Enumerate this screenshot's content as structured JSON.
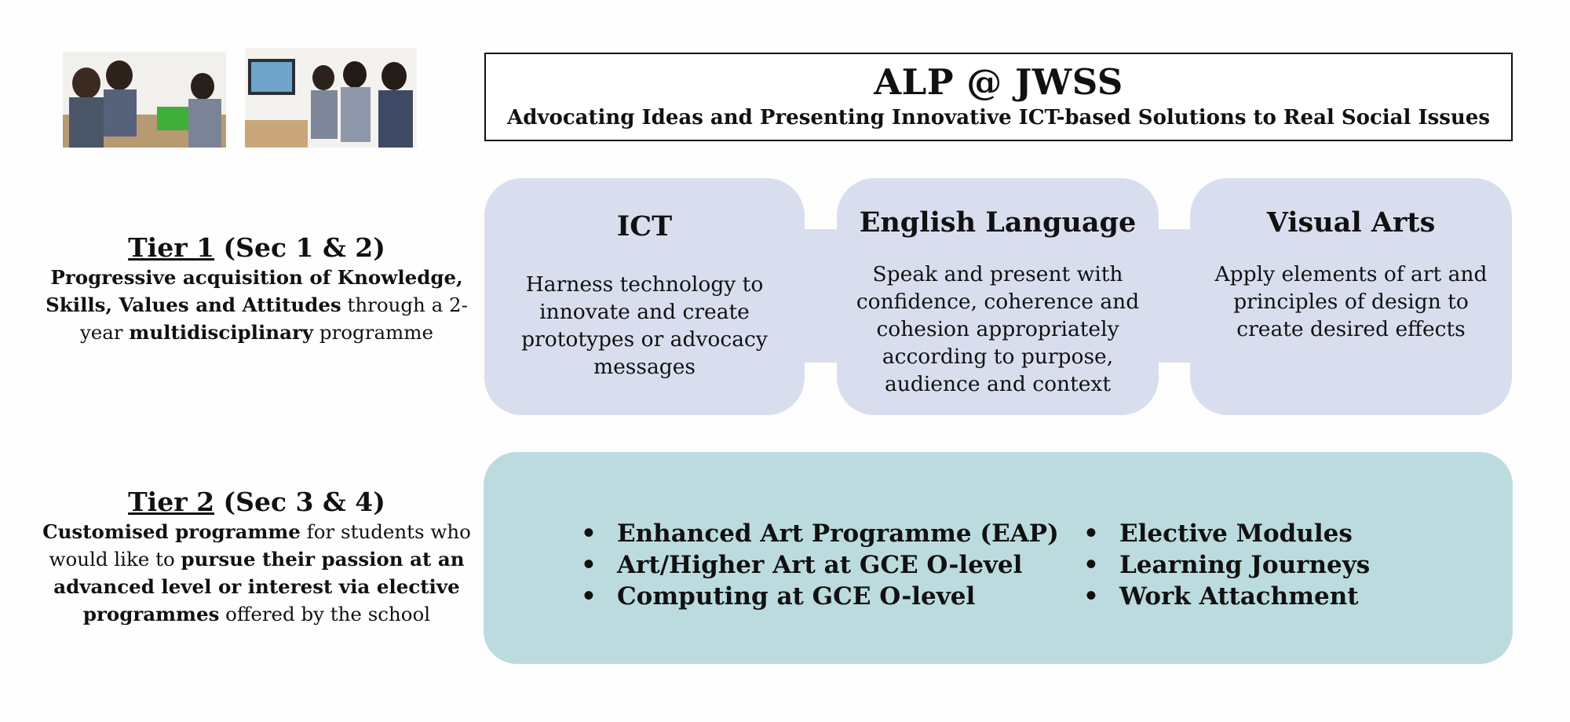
{
  "header": {
    "title": "ALP @ JWSS",
    "subtitle": "Advocating Ideas and Presenting Innovative ICT-based Solutions to Real Social Issues"
  },
  "photos": [
    {
      "name": "students-with-laptop-photo"
    },
    {
      "name": "students-at-computer-photo"
    }
  ],
  "tier1": {
    "heading_underlined": "Tier 1",
    "heading_rest": " (Sec 1 & 2)",
    "desc_parts": [
      {
        "text": "Progressive acquisition of Knowledge, Skills, Values and Attitudes",
        "bold": true
      },
      {
        "text": " through a 2-year ",
        "bold": false
      },
      {
        "text": "multidisciplinary",
        "bold": true
      },
      {
        "text": " programme",
        "bold": false
      }
    ]
  },
  "tier2": {
    "heading_underlined": "Tier 2",
    "heading_rest": " (Sec 3 & 4)",
    "desc_parts": [
      {
        "text": "Customised programme",
        "bold": true
      },
      {
        "text": " for students who would like to ",
        "bold": false
      },
      {
        "text": "pursue their passion at an advanced level or interest via elective programmes",
        "bold": true
      },
      {
        "text": " offered by the school",
        "bold": false
      }
    ]
  },
  "cards": {
    "ict": {
      "title": "ICT",
      "body": "Harness technology to innovate and create prototypes or advocacy messages"
    },
    "english": {
      "title": "English Language",
      "body": "Speak and present with confidence, coherence and cohesion appropriately according to purpose, audience and context"
    },
    "art": {
      "title": "Visual Arts",
      "body": "Apply elements of art and principles of design to create desired effects"
    }
  },
  "tier2_programmes": {
    "bullet": "•",
    "left": [
      "Enhanced Art Programme (EAP)",
      "Art/Higher Art at GCE O-level",
      "Computing at GCE O-level"
    ],
    "right": [
      "Elective Modules",
      "Learning Journeys",
      "Work Attachment"
    ]
  },
  "colors": {
    "tier1_card": "#d9deef",
    "tier2_box": "#bcdbdf"
  }
}
